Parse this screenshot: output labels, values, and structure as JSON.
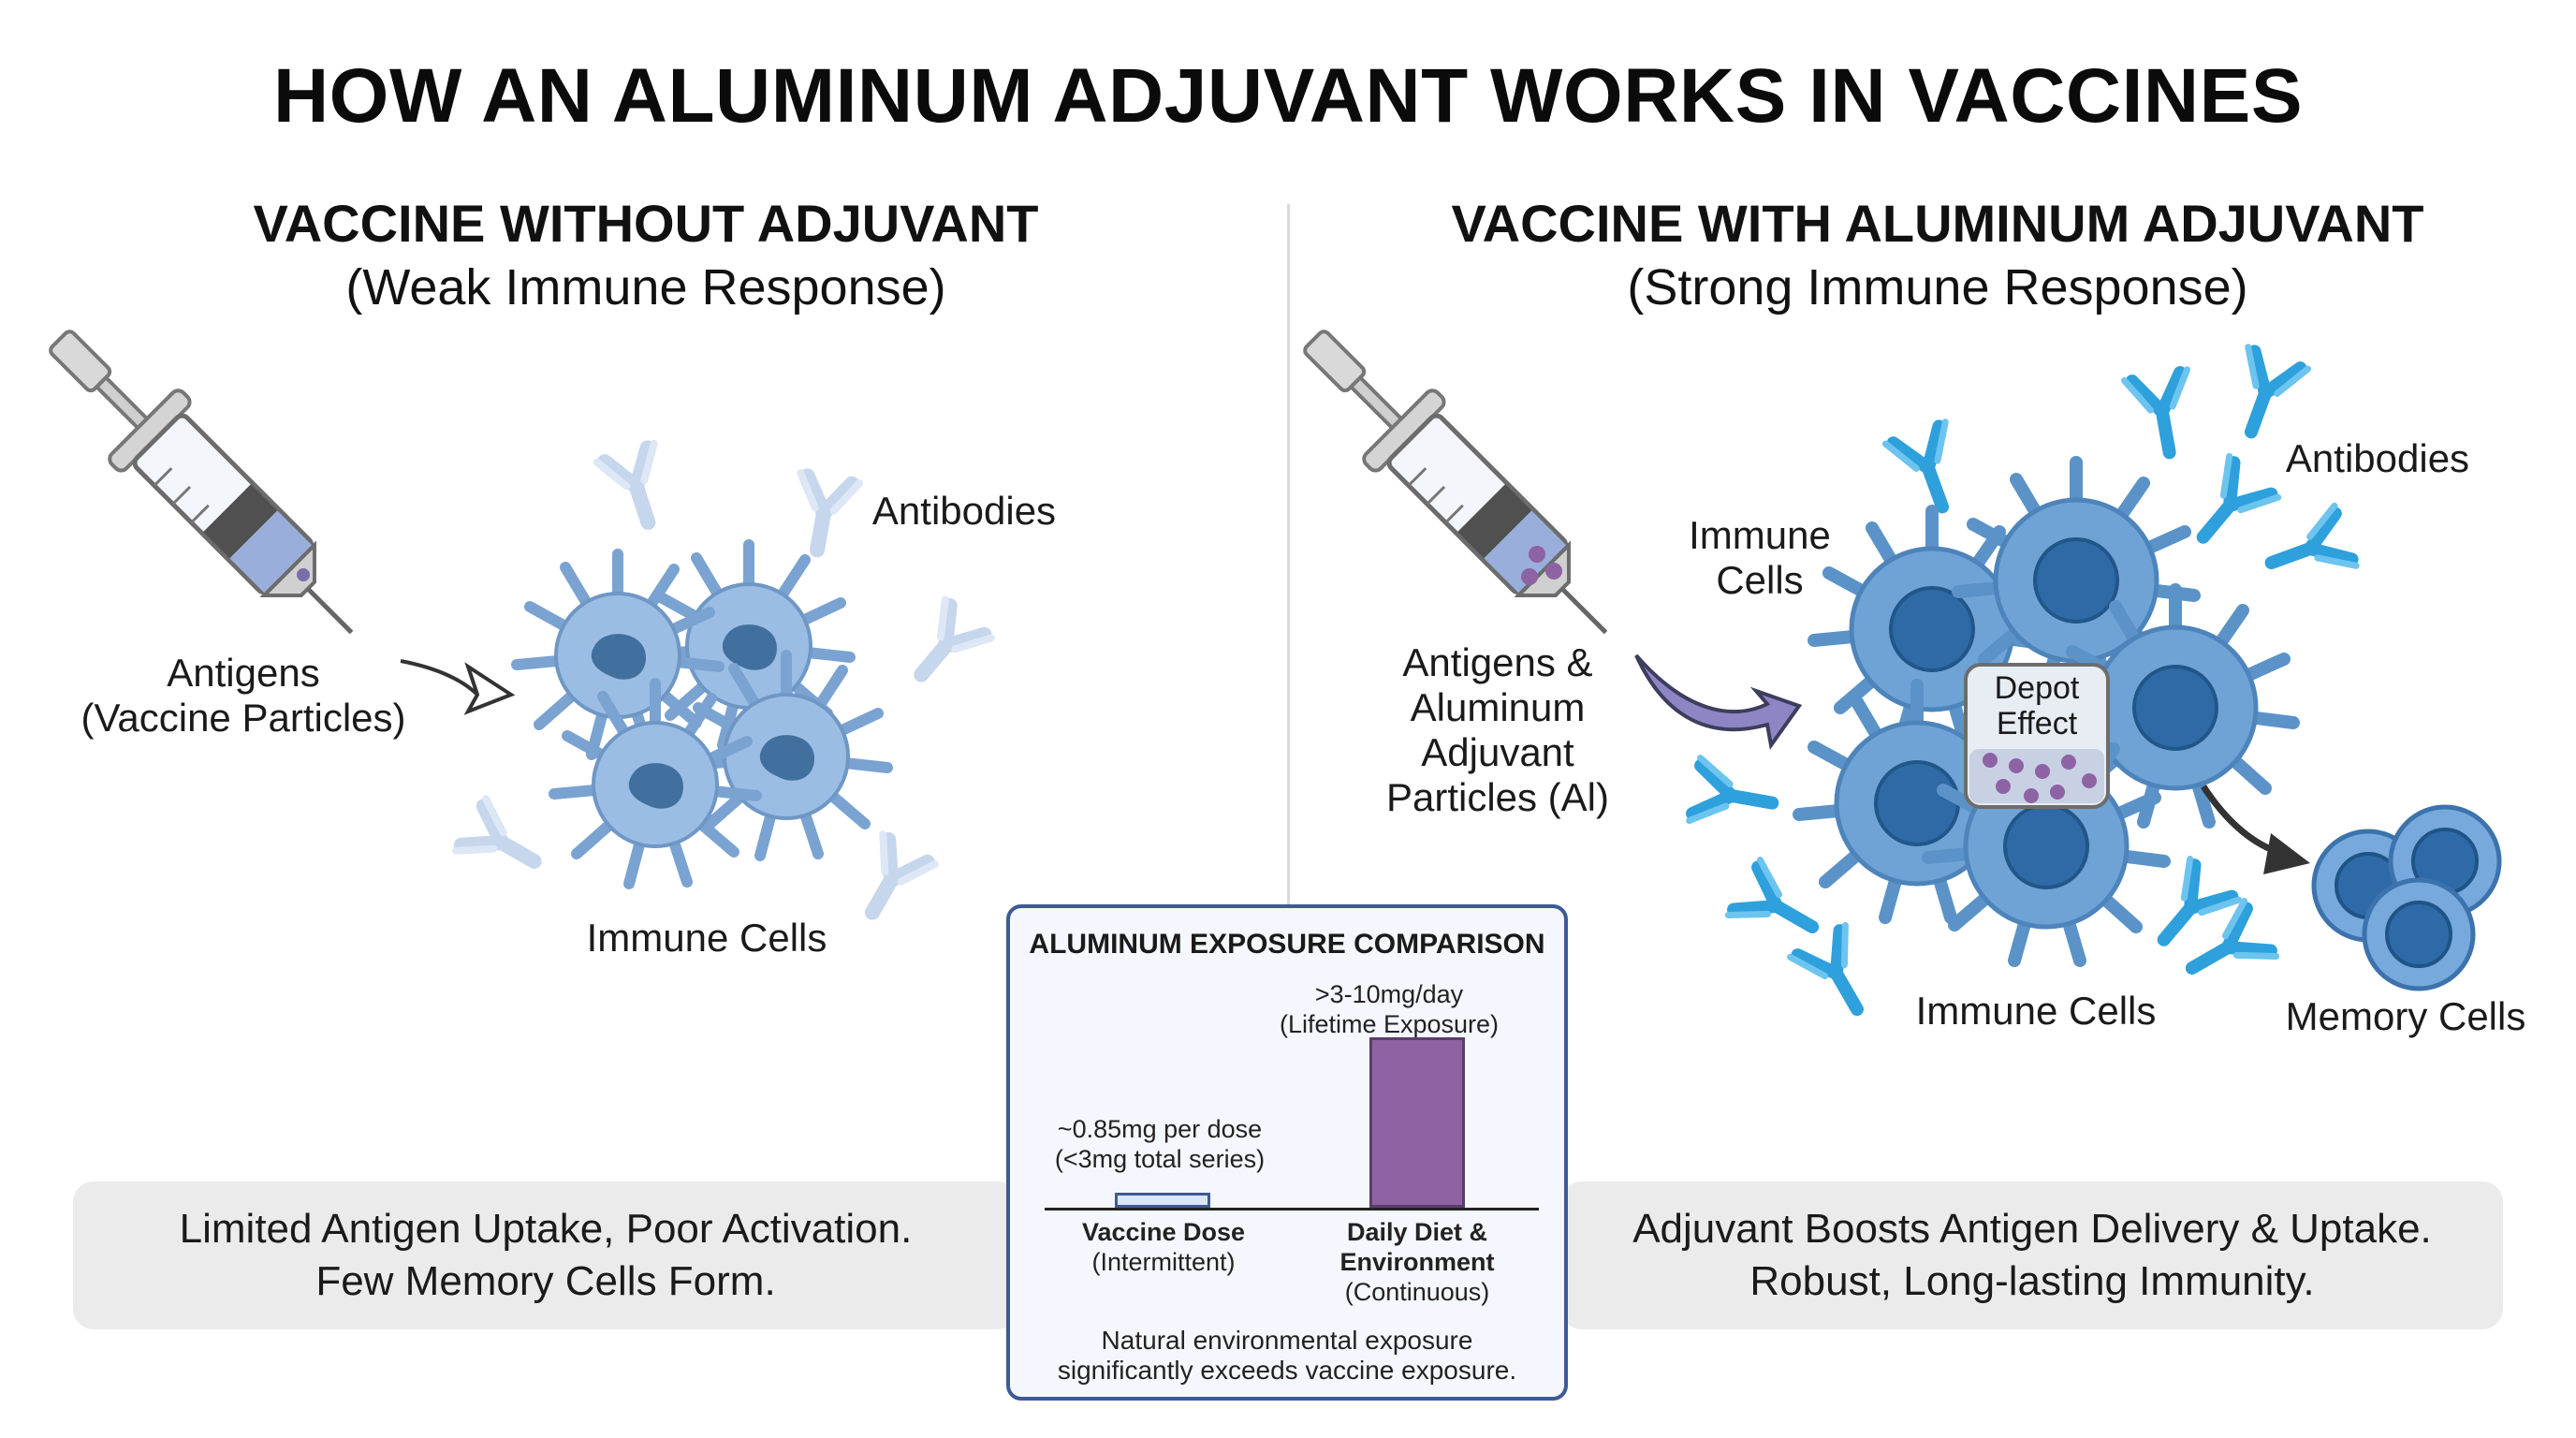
{
  "title": "HOW AN ALUMINUM ADJUVANT WORKS IN VACCINES",
  "left_panel": {
    "title": "VACCINE WITHOUT ADJUVANT",
    "subtitle": "(Weak Immune Response)",
    "antigen_label_line1": "Antigens",
    "antigen_label_line2": "(Vaccine Particles)",
    "antibodies_label": "Antibodies",
    "immune_cells_label": "Immune Cells",
    "summary_line1": "Limited Antigen Uptake, Poor Activation.",
    "summary_line2": "Few Memory Cells Form."
  },
  "right_panel": {
    "title": "VACCINE WITH ALUMINUM ADJUVANT",
    "subtitle": "(Strong Immune Response)",
    "antigen_label_lines": [
      "Antigens &",
      "Aluminum",
      "Adjuvant",
      "Particles (Al)"
    ],
    "immune_cells_top_line1": "Immune",
    "immune_cells_top_line2": "Cells",
    "antibodies_label": "Antibodies",
    "depot_line1": "Depot",
    "depot_line2": "Effect",
    "immune_cells_label": "Immune Cells",
    "memory_cells_label": "Memory Cells",
    "summary_line1": "Adjuvant Boosts Antigen Delivery & Uptake.",
    "summary_line2": "Robust, Long-lasting Immunity."
  },
  "comparison": {
    "title": "ALUMINUM EXPOSURE COMPARISON",
    "vaccine": {
      "value_line1": "~0.85mg per dose",
      "value_line2": "(<3mg total series)",
      "name": "Vaccine Dose",
      "note": "(Intermittent)",
      "relative_level": 0.09
    },
    "diet": {
      "value_line1": ">3-10mg/day",
      "value_line2": "(Lifetime Exposure)",
      "name_line1": "Daily Diet &",
      "name_line2": "Environment",
      "note": "(Continuous)",
      "relative_level": 1.0
    },
    "footer_line1": "Natural environmental exposure",
    "footer_line2": "significantly exceeds vaccine exposure."
  },
  "colors": {
    "cell_fill": "#8fb4de",
    "cell_nucleus": "#3f73aa",
    "antibody_light": "#c5d7ef",
    "antibody_bright": "#2a9ad8",
    "panel_border": "#3d5a94",
    "diet_bar": "#8e63a3",
    "vaccine_bar": "#dbe6f8"
  }
}
